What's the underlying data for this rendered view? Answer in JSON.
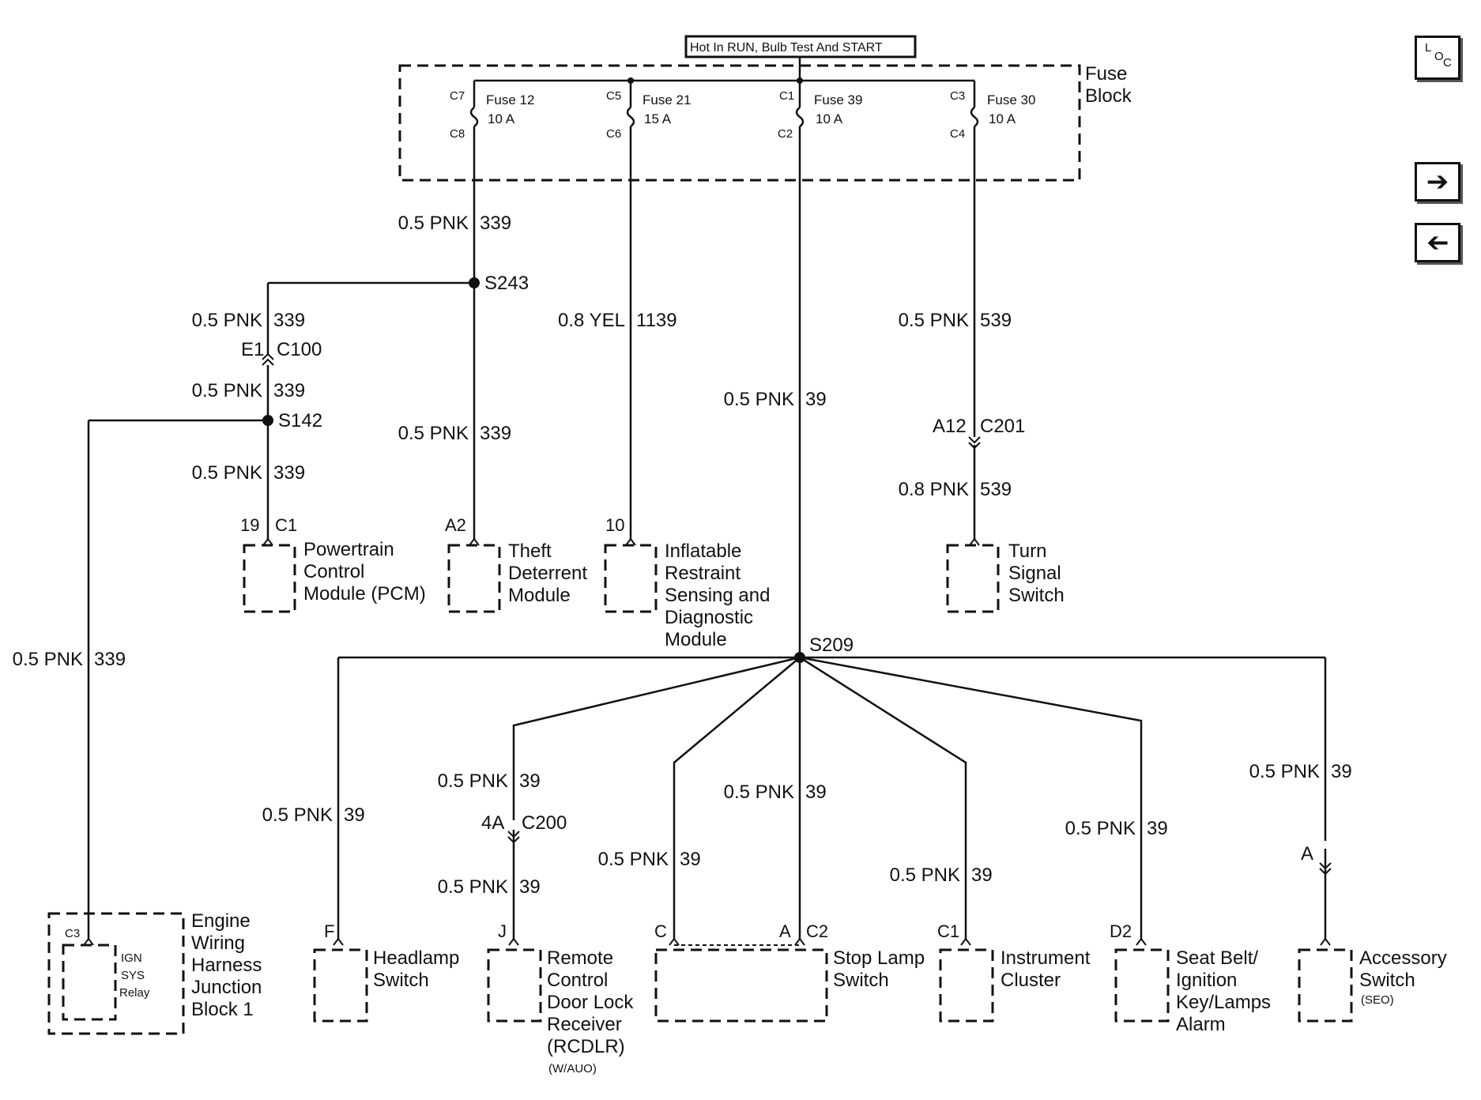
{
  "title_box": "Hot In RUN, Bulb Test And START",
  "nav": {
    "loc_label": [
      "L",
      "O",
      "C"
    ],
    "next_icon": "arrow-right-icon",
    "prev_icon": "arrow-left-icon"
  },
  "fuse_block": {
    "label": [
      "Fuse",
      "Block"
    ],
    "fuses": [
      {
        "top_pin": "C7",
        "bottom_pin": "C8",
        "name": "Fuse 12",
        "rating": "10 A"
      },
      {
        "top_pin": "C5",
        "bottom_pin": "C6",
        "name": "Fuse 21",
        "rating": "15 A"
      },
      {
        "top_pin": "C1",
        "bottom_pin": "C2",
        "name": "Fuse 39",
        "rating": "10 A"
      },
      {
        "top_pin": "C3",
        "bottom_pin": "C4",
        "name": "Fuse 30",
        "rating": "10 A"
      }
    ]
  },
  "wires": {
    "w_fuse12": [
      "0.5 PNK",
      "339"
    ],
    "w_s243_left": [
      "0.5 PNK",
      "339"
    ],
    "w_e1_below": [
      "0.5 PNK",
      "339"
    ],
    "w_pcm": [
      "0.5 PNK",
      "339"
    ],
    "w_theft": [
      "0.5 PNK",
      "339"
    ],
    "w_airbag": [
      "0.8 YEL",
      "1139"
    ],
    "w_fuse39": [
      "0.5 PNK",
      "39"
    ],
    "w_fuse30": [
      "0.5 PNK",
      "539"
    ],
    "w_turn": [
      "0.8 PNK",
      "539"
    ],
    "w_relay": [
      "0.5 PNK",
      "339"
    ],
    "w_headlamp": [
      "0.5 PNK",
      "39"
    ],
    "w_rcdlr_top": [
      "0.5 PNK",
      "39"
    ],
    "w_rcdlr_bottom": [
      "0.5 PNK",
      "39"
    ],
    "w_stop_left": [
      "0.5 PNK",
      "39"
    ],
    "w_stop_center": [
      "0.5 PNK",
      "39"
    ],
    "w_cluster": [
      "0.5 PNK",
      "39"
    ],
    "w_seatbelt": [
      "0.5 PNK",
      "39"
    ],
    "w_accessory": [
      "0.5 PNK",
      "39"
    ]
  },
  "splices": {
    "s243": "S243",
    "s142": "S142",
    "s209": "S209"
  },
  "connectors": {
    "c100": [
      "E1",
      "C100"
    ],
    "c201": [
      "A12",
      "C201"
    ],
    "c200": [
      "4A",
      "C200"
    ],
    "acc": "A"
  },
  "modules": {
    "pcm": {
      "pins": [
        "19",
        "C1"
      ],
      "label": [
        "Powertrain",
        "Control",
        "Module (PCM)"
      ]
    },
    "theft": {
      "pin": "A2",
      "label": [
        "Theft",
        "Deterrent",
        "Module"
      ]
    },
    "airbag": {
      "pin": "10",
      "label": [
        "Inflatable",
        "Restraint",
        "Sensing and",
        "Diagnostic",
        "Module"
      ]
    },
    "turn": {
      "label": [
        "Turn",
        "Signal",
        "Switch"
      ]
    },
    "ewhjb": {
      "pin": "C3",
      "inner": [
        "IGN",
        "SYS",
        "Relay"
      ],
      "label": [
        "Engine",
        "Wiring",
        "Harness",
        "Junction",
        "Block 1"
      ]
    },
    "headlamp": {
      "pin": "F",
      "label": [
        "Headlamp",
        "Switch"
      ]
    },
    "rcdlr": {
      "pin": "J",
      "label": [
        "Remote",
        "Control",
        "Door Lock",
        "Receiver",
        "(RCDLR)"
      ],
      "note": "(W/AUO)"
    },
    "stoplamp": {
      "pins": [
        "C",
        "A",
        "C2"
      ],
      "label": [
        "Stop Lamp",
        "Switch"
      ]
    },
    "cluster": {
      "pin": "C1",
      "label": [
        "Instrument",
        "Cluster"
      ]
    },
    "seatbelt": {
      "pin": "D2",
      "label": [
        "Seat Belt/",
        "Ignition",
        "Key/Lamps",
        "Alarm"
      ]
    },
    "accessory": {
      "label": [
        "Accessory",
        "Switch"
      ],
      "note": "(SEO)"
    }
  }
}
